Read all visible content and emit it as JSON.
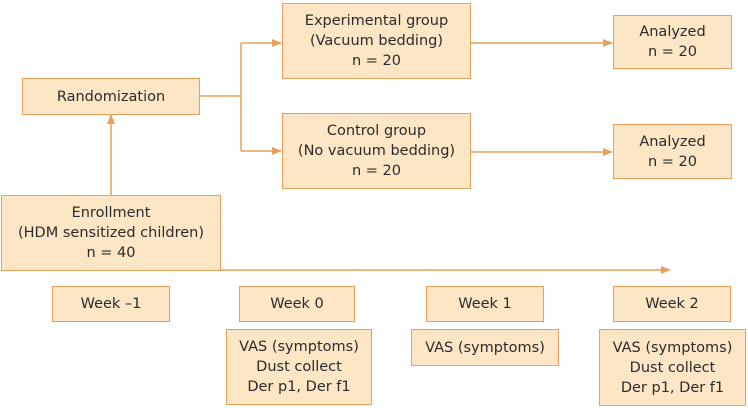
{
  "colors": {
    "box_fill": "#fde6c6",
    "box_border": "#e8a15a",
    "arrow": "#e8a15a",
    "text": "#2b2b2b"
  },
  "flow": {
    "randomization": "Randomization",
    "enrollment": {
      "line1": "Enrollment",
      "line2": "(HDM sensitized children)",
      "line3": "n = 40"
    },
    "experimental": {
      "line1": "Experimental group",
      "line2": "(Vacuum bedding)",
      "line3": "n = 20"
    },
    "control": {
      "line1": "Control group",
      "line2": "(No vacuum bedding)",
      "line3": "n = 20"
    },
    "analyzed_experimental": {
      "line1": "Analyzed",
      "line2": "n = 20"
    },
    "analyzed_control": {
      "line1": "Analyzed",
      "line2": "n = 20"
    }
  },
  "timeline": {
    "weeks": [
      "Week –1",
      "Week 0",
      "Week 1",
      "Week 2"
    ],
    "week0_assessment": {
      "line1": "VAS (symptoms)",
      "line2": "Dust collect",
      "line3": "Der p1, Der f1"
    },
    "week1_assessment": {
      "line1": "VAS (symptoms)"
    },
    "week2_assessment": {
      "line1": "VAS (symptoms)",
      "line2": "Dust collect",
      "line3": "Der p1, Der f1"
    }
  }
}
